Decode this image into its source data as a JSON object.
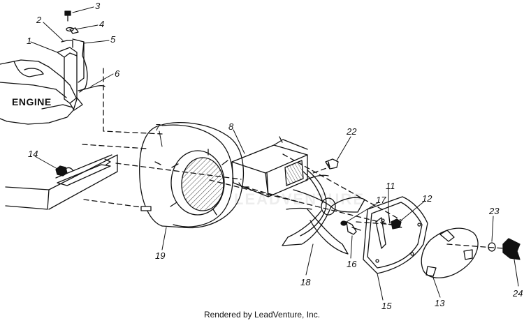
{
  "diagram": {
    "engine_label": "ENGINE",
    "callouts": [
      "1",
      "2",
      "3",
      "4",
      "5",
      "6",
      "7",
      "8",
      "11",
      "12",
      "13",
      "14",
      "15",
      "16",
      "17",
      "18",
      "19",
      "22",
      "23",
      "24"
    ],
    "watermark": "LEADVENTURE",
    "footer": "Rendered by LeadVenture, Inc."
  },
  "colors": {
    "ink": "#111111",
    "paper": "#ffffff"
  }
}
